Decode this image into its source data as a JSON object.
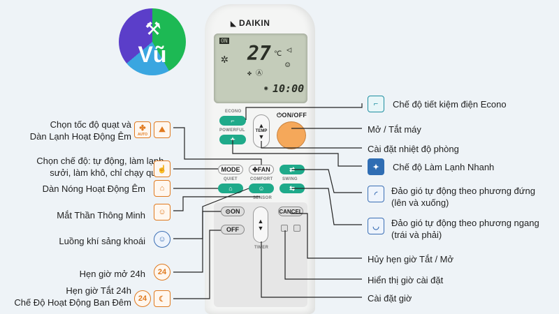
{
  "logo": {
    "text": "Vũ"
  },
  "remote": {
    "brand": "DAIKIN",
    "lcd": {
      "on": "ON",
      "temp": "27",
      "unit": "℃",
      "clock": "10:00"
    },
    "buttons": {
      "econo": "ECONO",
      "powerful": "POWERFUL",
      "temp": "TEMP",
      "on_off": "ON/OFF",
      "mode": "MODE",
      "fan": "FAN",
      "quiet": "QUIET",
      "comfort": "COMFORT",
      "sensor": "SENSOR",
      "swing": "SWING",
      "timer_on": "ON",
      "timer_off": "OFF",
      "cancel": "CANCEL",
      "timer": "TIMER"
    }
  },
  "left_labels": [
    {
      "id": "fan-speed",
      "lines": [
        "Chọn tốc độ quạt và",
        "Dàn Lạnh Hoạt Động Êm"
      ]
    },
    {
      "id": "mode",
      "lines": [
        "Chọn chế độ: tự động, làm lạnh,",
        "sưởi, làm khô, chỉ chạy quạt."
      ]
    },
    {
      "id": "outdoor-quiet",
      "lines": [
        "Dàn Nóng Hoạt Động Êm"
      ]
    },
    {
      "id": "smart-eye",
      "lines": [
        "Mắt Thần Thông Minh"
      ]
    },
    {
      "id": "comfort-airflow",
      "lines": [
        "Luồng khí sảng khoái"
      ]
    },
    {
      "id": "timer-on",
      "lines": [
        "Hẹn giờ mở 24h"
      ]
    },
    {
      "id": "timer-off",
      "lines": [
        "Hẹn giờ Tắt 24h",
        "Chế Độ Hoạt Động Ban Đêm"
      ]
    }
  ],
  "right_labels": [
    {
      "id": "econo",
      "text": "Chế độ tiết kiệm điện Econo"
    },
    {
      "id": "on-off",
      "text": "Mở / Tắt máy"
    },
    {
      "id": "temp",
      "text": "Cài đặt nhiệt độ phòng"
    },
    {
      "id": "powerful",
      "text": "Chế độ Làm Lạnh Nhanh"
    },
    {
      "id": "swing-vertical",
      "lines": [
        "Đảo gió tự động theo phương đứng",
        "(lên và xuống)"
      ]
    },
    {
      "id": "swing-horizontal",
      "lines": [
        "Đảo gió tự động theo phương ngang",
        "(trái và phải)"
      ]
    },
    {
      "id": "cancel",
      "text": "Hủy hẹn giờ Tắt / Mở"
    },
    {
      "id": "display",
      "text": "Hiển thị giờ cài đặt"
    },
    {
      "id": "clock",
      "text": "Cài đặt giờ"
    }
  ],
  "icon_badges": {
    "auto": "AUTO",
    "h24": "24"
  },
  "colors": {
    "accent_orange": "#e07a1f",
    "accent_blue": "#2f6db3",
    "button_green": "#1faa8a",
    "on_off_orange": "#f5a85a"
  }
}
